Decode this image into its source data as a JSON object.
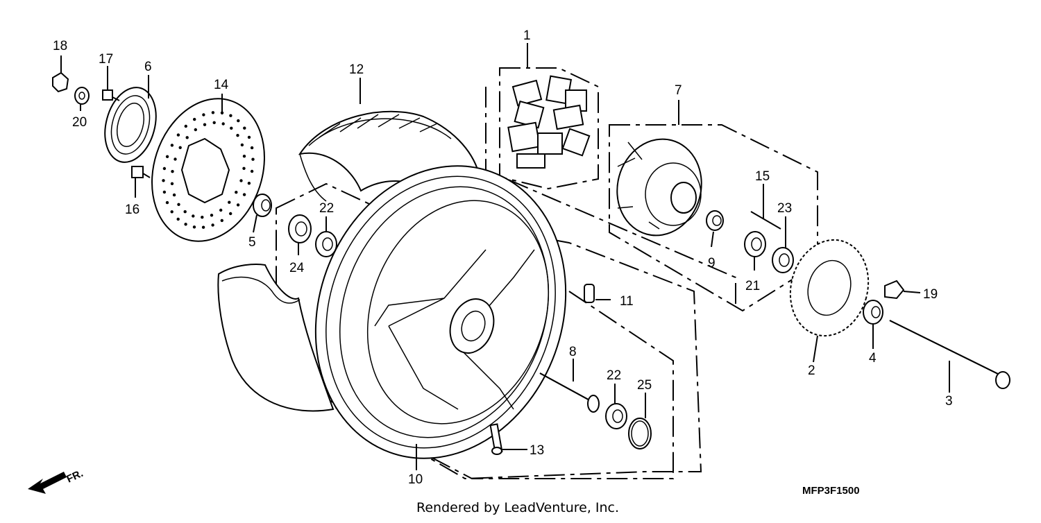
{
  "callouts": {
    "p1": "1",
    "p2": "2",
    "p3": "3",
    "p4": "4",
    "p5": "5",
    "p6": "6",
    "p7": "7",
    "p8": "8",
    "p9": "9",
    "p10": "10",
    "p11": "11",
    "p12": "12",
    "p13": "13",
    "p14": "14",
    "p15": "15",
    "p16": "16",
    "p17": "17",
    "p18": "18",
    "p19": "19",
    "p20": "20",
    "p21": "21",
    "p22a": "22",
    "p22b": "22",
    "p23": "23",
    "p24": "24",
    "p25": "25"
  },
  "direction_label": "FR.",
  "diagram_code": "MFP3F1500",
  "credit": "Rendered by LeadVenture, Inc.",
  "colors": {
    "ink": "#000000",
    "paper": "#ffffff"
  }
}
